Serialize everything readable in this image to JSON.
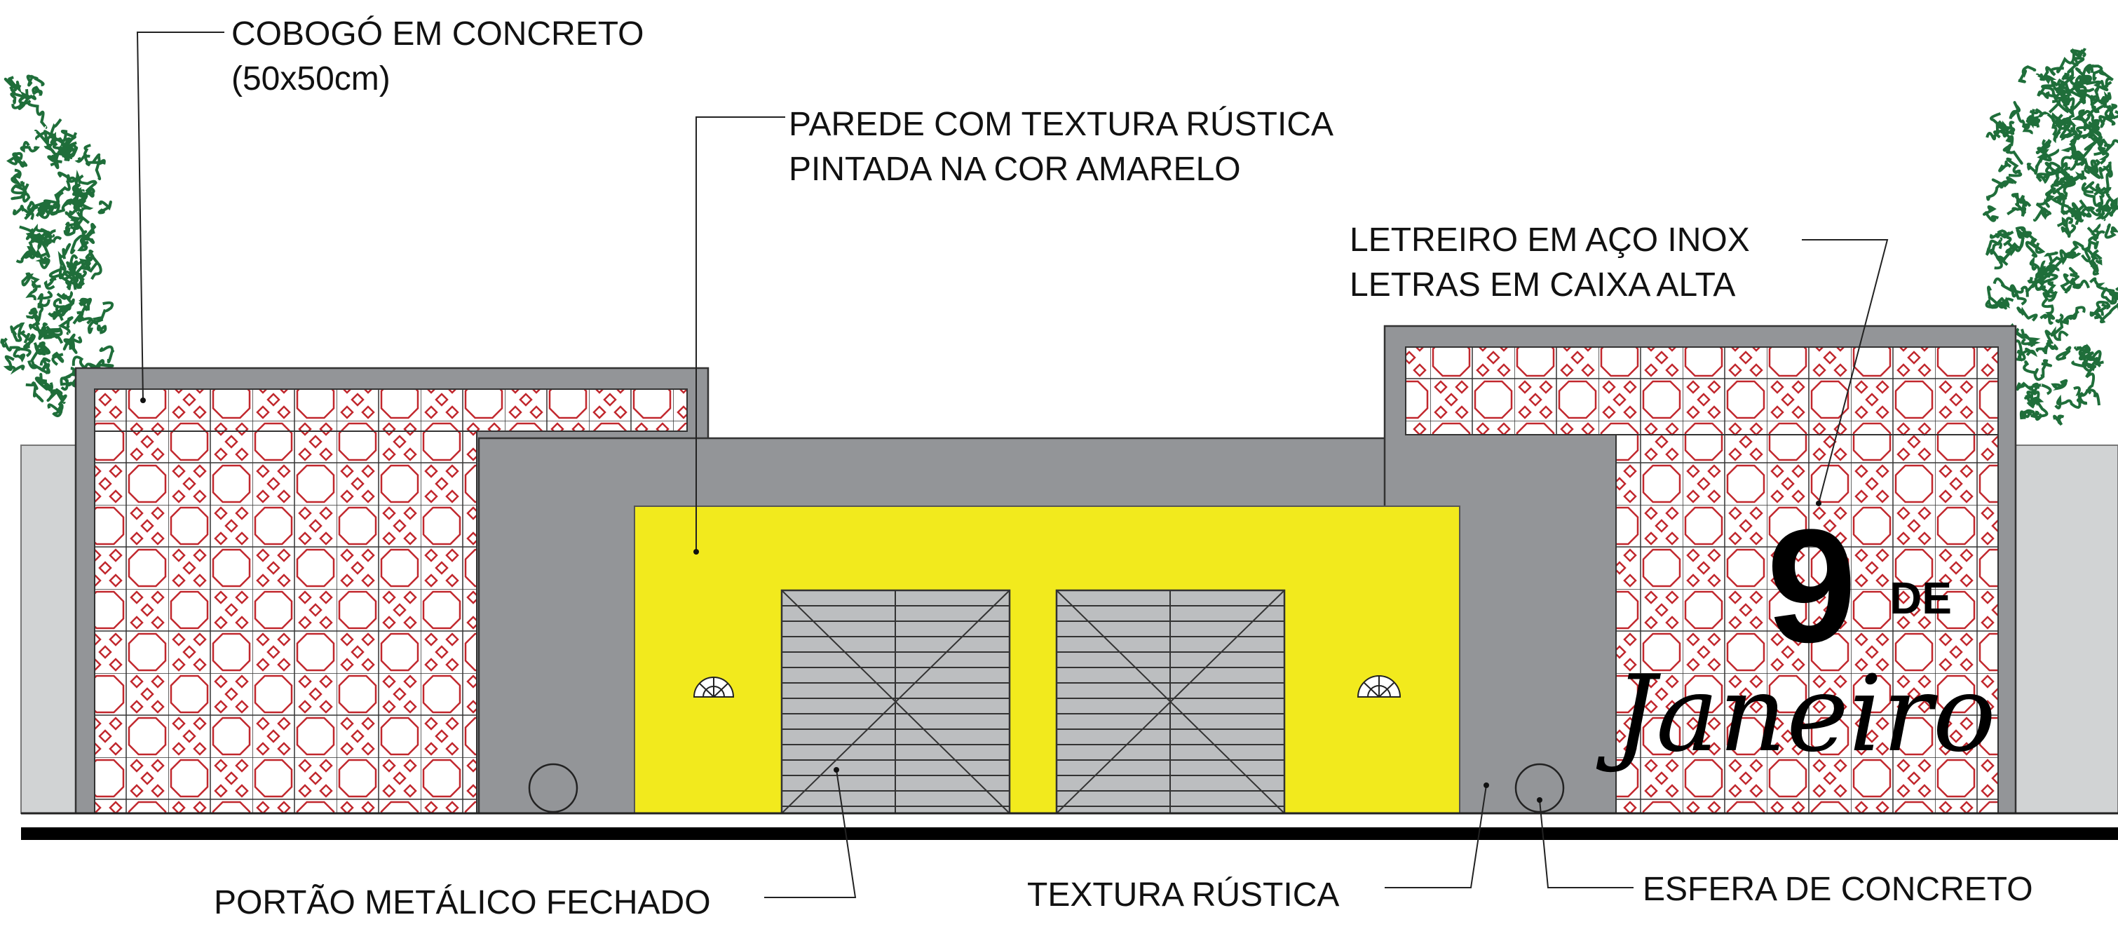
{
  "annotations": {
    "cobogo_line1": "COBOGÓ EM CONCRETO",
    "cobogo_line2": "(50x50cm)",
    "parede_line1": "PAREDE COM TEXTURA RÚSTICA",
    "parede_line2": "PINTADA NA COR AMARELO",
    "letreiro_line1": "LETREIRO EM AÇO INOX",
    "letreiro_line2": "LETRAS EM CAIXA ALTA",
    "portao": "PORTÃO METÁLICO FECHADO",
    "textura": "TEXTURA RÚSTICA",
    "esfera": "ESFERA DE CONCRETO"
  },
  "signage": {
    "number": "9",
    "connector": "DE",
    "word": "Janeiro"
  },
  "colors": {
    "wall_gray": "#939598",
    "side_wall": "#d1d3d4",
    "yellow_wall": "#f2ea1d",
    "cobogo_red": "#c1272d",
    "tree_green": "#1f6e3a",
    "gate_gray": "#bcbec0"
  }
}
